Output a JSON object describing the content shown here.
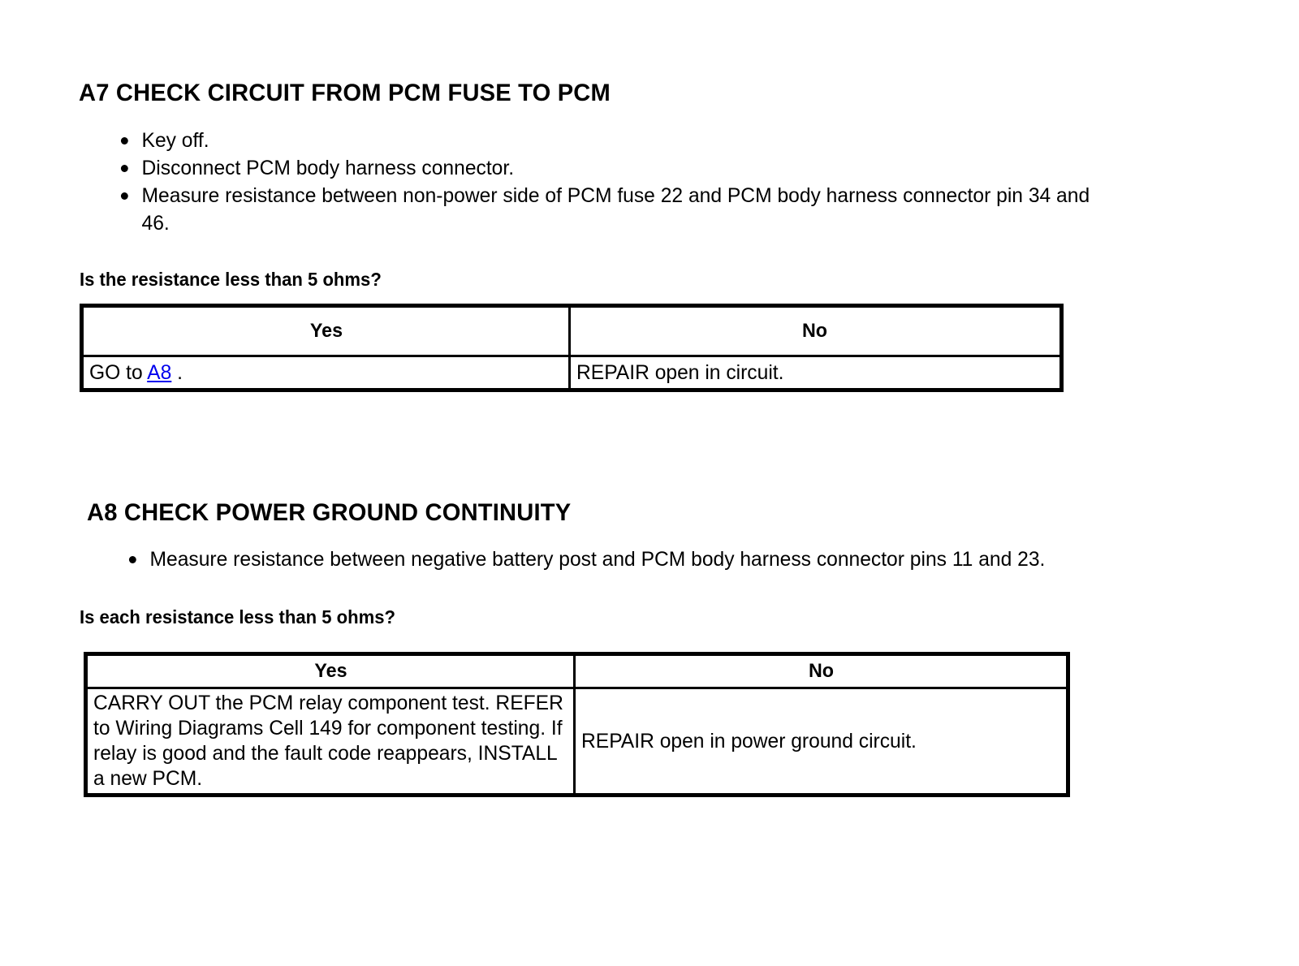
{
  "document": {
    "title": "PCM Pinpoint Test Steps A7 and A8"
  },
  "sections": [
    {
      "id": "a7",
      "heading": "A7 CHECK CIRCUIT FROM PCM FUSE TO PCM",
      "steps": [
        "Key off.",
        "Disconnect PCM body harness connector.",
        "Measure resistance between non-power side of PCM fuse 22 and PCM body harness connector pin 34 and 46."
      ],
      "question": "Is the resistance less than 5 ohms?",
      "table": {
        "headers": [
          "Yes",
          "No"
        ],
        "yes_prefix": "GO to ",
        "yes_link": "A8",
        "yes_suffix": " .",
        "no_action": "REPAIR open in circuit."
      }
    },
    {
      "id": "a8",
      "heading": "A8 CHECK POWER GROUND CONTINUITY",
      "steps": [
        "Measure resistance between negative battery post and PCM body harness connector pins 11 and 23."
      ],
      "question": "Is each resistance less than 5 ohms?",
      "table": {
        "headers": [
          "Yes",
          "No"
        ],
        "yes_action": "CARRY OUT the PCM relay component test. REFER to Wiring Diagrams Cell 149 for component testing. If relay is good and the fault code reappears, INSTALL a new PCM.",
        "no_action": "REPAIR open in power ground circuit."
      }
    }
  ],
  "colors": {
    "text": "#000000",
    "background": "#ffffff",
    "border": "#000000"
  }
}
